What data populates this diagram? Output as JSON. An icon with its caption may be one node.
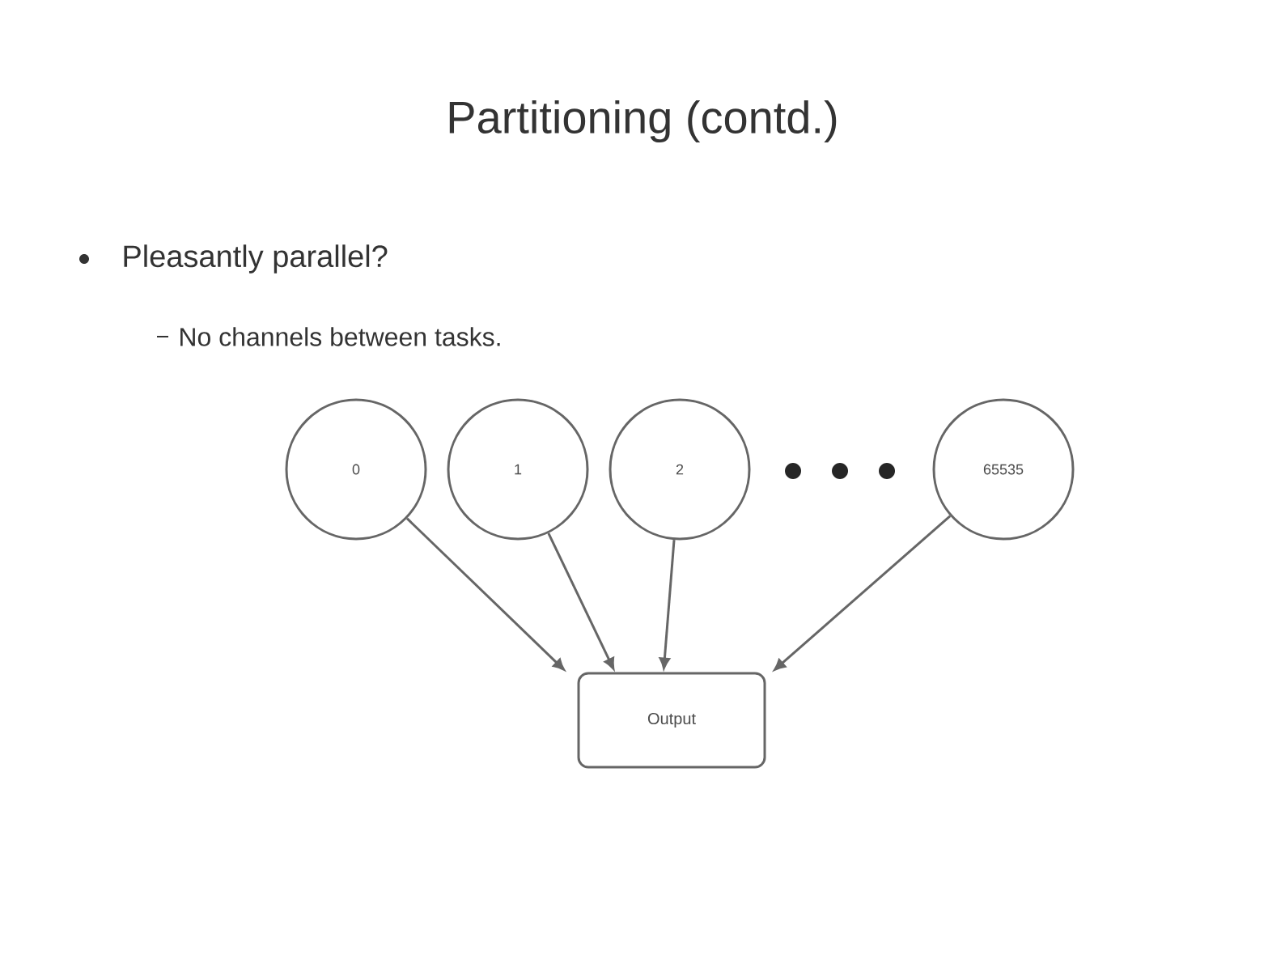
{
  "diagram": {
    "title": "Partitioning (contd.)",
    "nodes": [
      {
        "text": [
          "0"
        ]
      },
      {
        "text": [
          "1"
        ]
      },
      {
        "text": [
          "2"
        ]
      },
      {
        "text": [
          "65535"
        ]
      },
      {
        "text": [
          "Output"
        ]
      }
    ],
    "edges": [
      {
        "from": 0,
        "to": 4,
        "arrow": "to"
      },
      {
        "from": 1,
        "to": 4,
        "arrow": "to"
      },
      {
        "from": 2,
        "to": 4,
        "arrow": "to"
      },
      {
        "from": 3,
        "to": 4,
        "arrow": "to"
      }
    ],
    "labels": [
      "Pleasantly parallel?",
      "No channels between tasks."
    ]
  }
}
